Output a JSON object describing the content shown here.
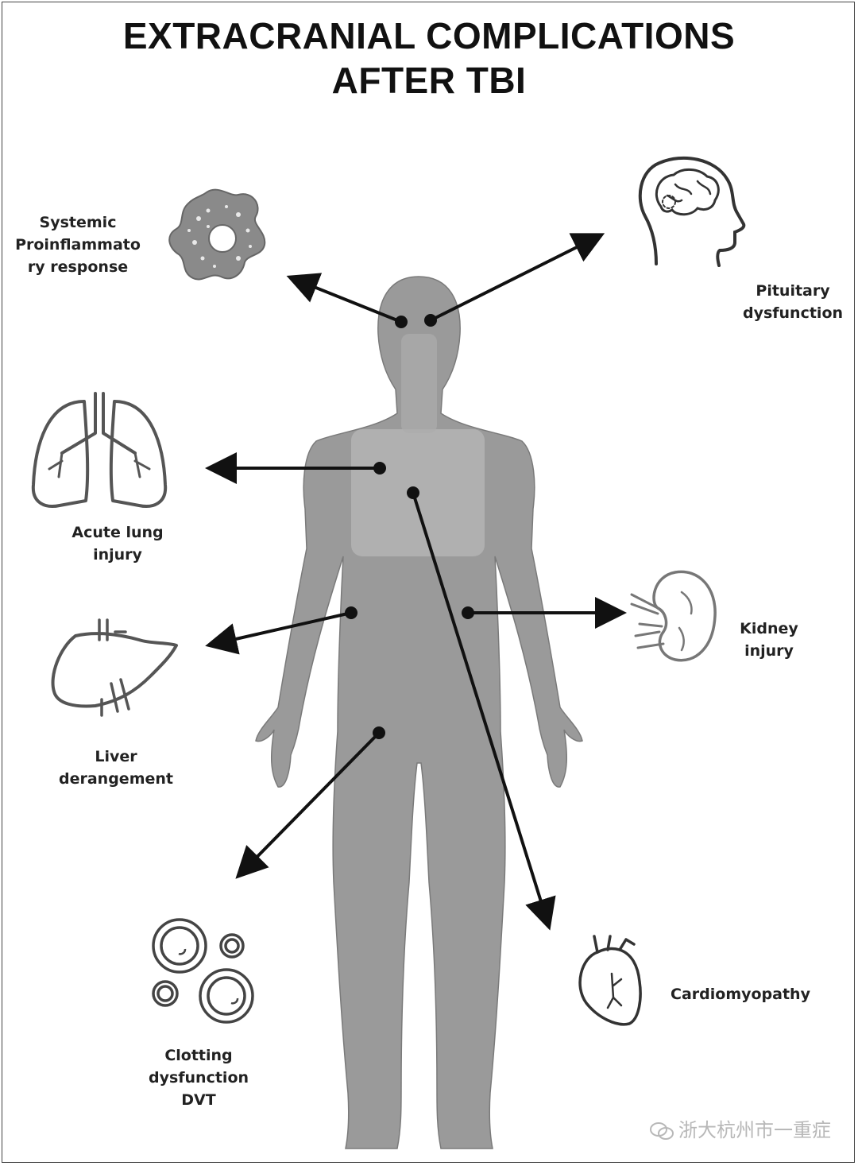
{
  "title": {
    "line1": "EXTRACRANIAL COMPLICATIONS",
    "line2": "AFTER TBI"
  },
  "labels": {
    "inflammatory": [
      "Systemic",
      "Proinflammato",
      "ry response"
    ],
    "pituitary": [
      "Pituitary",
      "dysfunction"
    ],
    "lung": [
      "Acute lung",
      "injury"
    ],
    "kidney": [
      "Kidney",
      "injury"
    ],
    "liver": [
      "Liver",
      "derangement"
    ],
    "clotting": [
      "Clotting",
      "dysfunction",
      "DVT"
    ],
    "cardio": [
      "Cardiomyopathy"
    ]
  },
  "watermark": "浙大杭州市一重症",
  "icons": [
    "immune-cell-icon",
    "brain-head-icon",
    "lungs-icon",
    "liver-icon",
    "kidney-icon",
    "blood-cells-icon",
    "heart-icon"
  ],
  "colors": {
    "body": "#9a9a9a",
    "chest_overlay": "#b5b5b5",
    "arrow": "#111111",
    "icon_stroke": "#555555"
  }
}
